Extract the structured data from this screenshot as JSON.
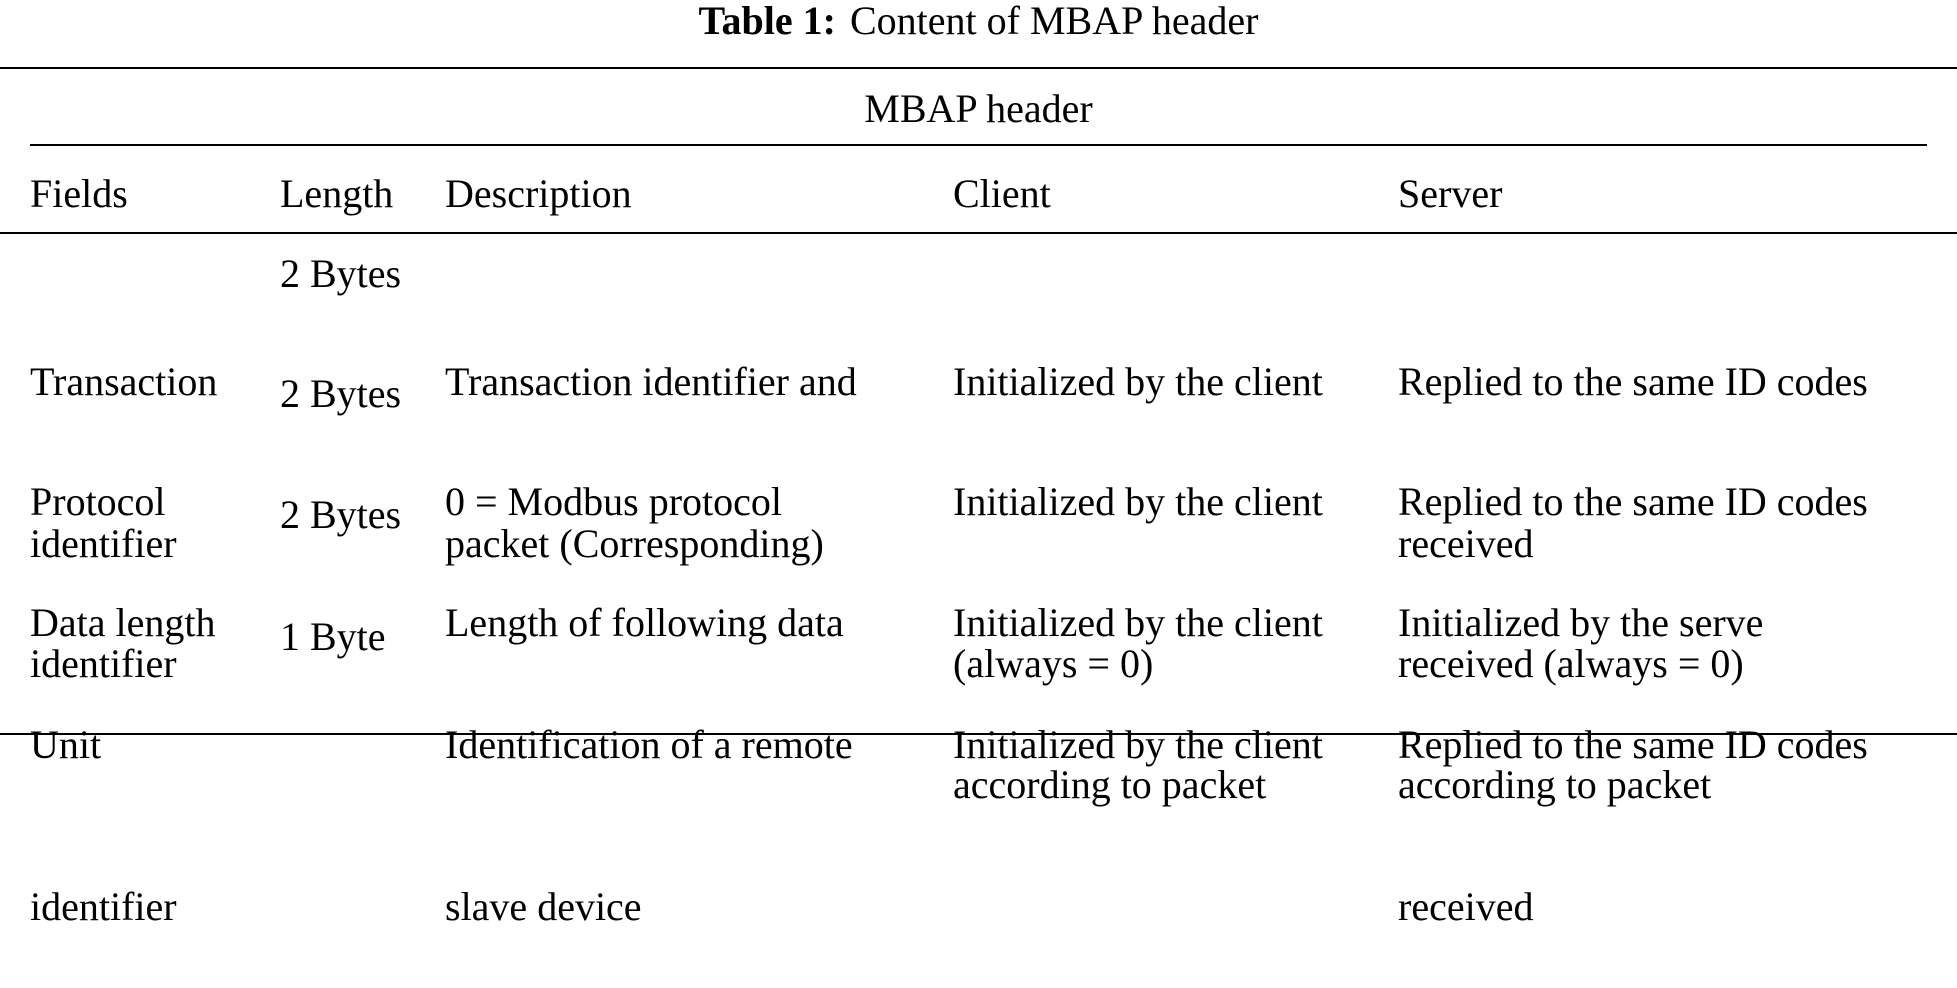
{
  "caption": {
    "label": "Table 1:",
    "text": "Content of MBAP header"
  },
  "table": {
    "group_header": "MBAP header",
    "columns": [
      "Fields",
      "Length",
      "Description",
      "Client",
      "Server"
    ],
    "rows": [
      {
        "fields": [
          "Transaction",
          "identifier"
        ],
        "length": "2 Bytes",
        "description": [
          "Transaction identifier and",
          "packet (Corresponding)"
        ],
        "client": [
          "Initialized by the client"
        ],
        "server": [
          "Replied to the same ID codes",
          "received"
        ]
      },
      {
        "fields": [
          "Protocol",
          "identifier"
        ],
        "length": "2 Bytes",
        "description": [
          "0 = Modbus protocol"
        ],
        "client": [
          "Initialized by the client",
          "(always = 0)"
        ],
        "server": [
          "Replied to the same ID codes",
          "received (always = 0)"
        ]
      },
      {
        "fields": [
          "Data length"
        ],
        "length": "2 Bytes",
        "description": [
          "Length of following data"
        ],
        "client": [
          "Initialized by the client",
          "according to packet"
        ],
        "server": [
          "Initialized by the serve",
          "according to packet"
        ]
      },
      {
        "fields": [
          "Unit",
          "identifier"
        ],
        "length": "1 Byte",
        "description": [
          "Identification of a remote",
          "slave device"
        ],
        "client": [
          "Initialized by the client"
        ],
        "server": [
          "Replied to the same ID codes",
          "received"
        ]
      }
    ]
  }
}
